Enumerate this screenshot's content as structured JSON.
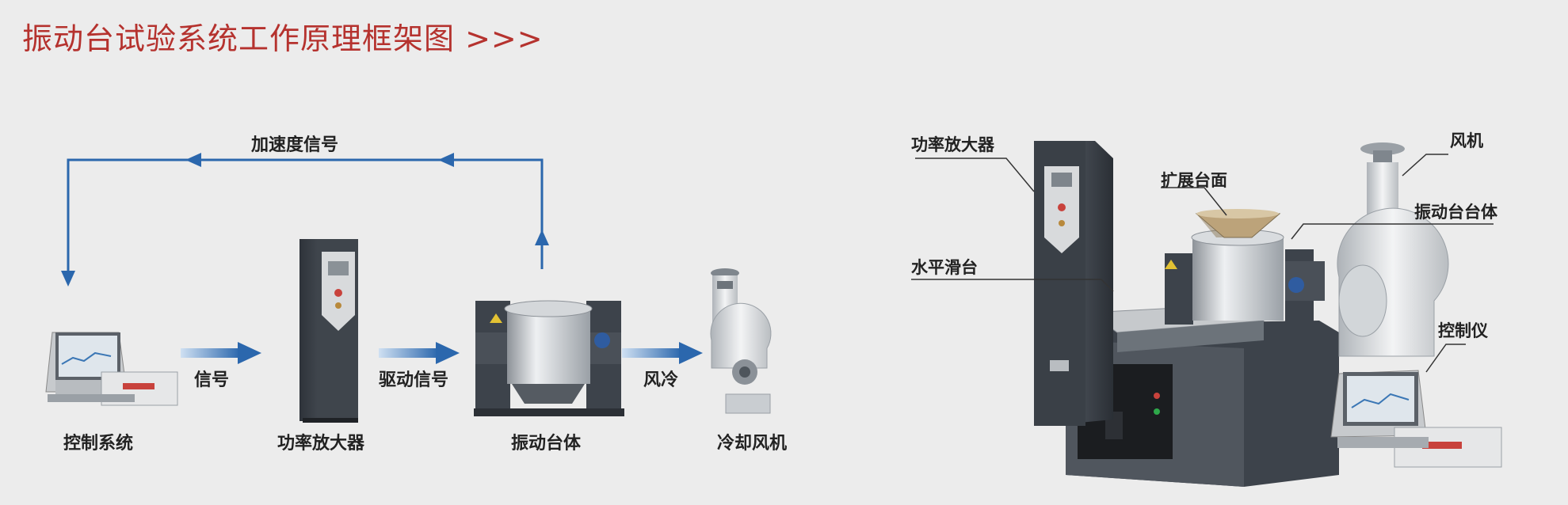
{
  "title": "振动台试验系统工作原理框架图 >>>",
  "flow": {
    "feedback_label": "加速度信号",
    "components": [
      "控制系统",
      "功率放大器",
      "振动台体",
      "冷却风机"
    ],
    "links": [
      "信号",
      "驱动信号",
      "风冷"
    ]
  },
  "equipment_callouts": [
    "功率放大器",
    "扩展台面",
    "风机",
    "振动台台体",
    "水平滑台",
    "控制仪"
  ],
  "colors": {
    "title": "#b5322e",
    "arrow": "#2b67ad",
    "cabinet": "#3d434b"
  }
}
